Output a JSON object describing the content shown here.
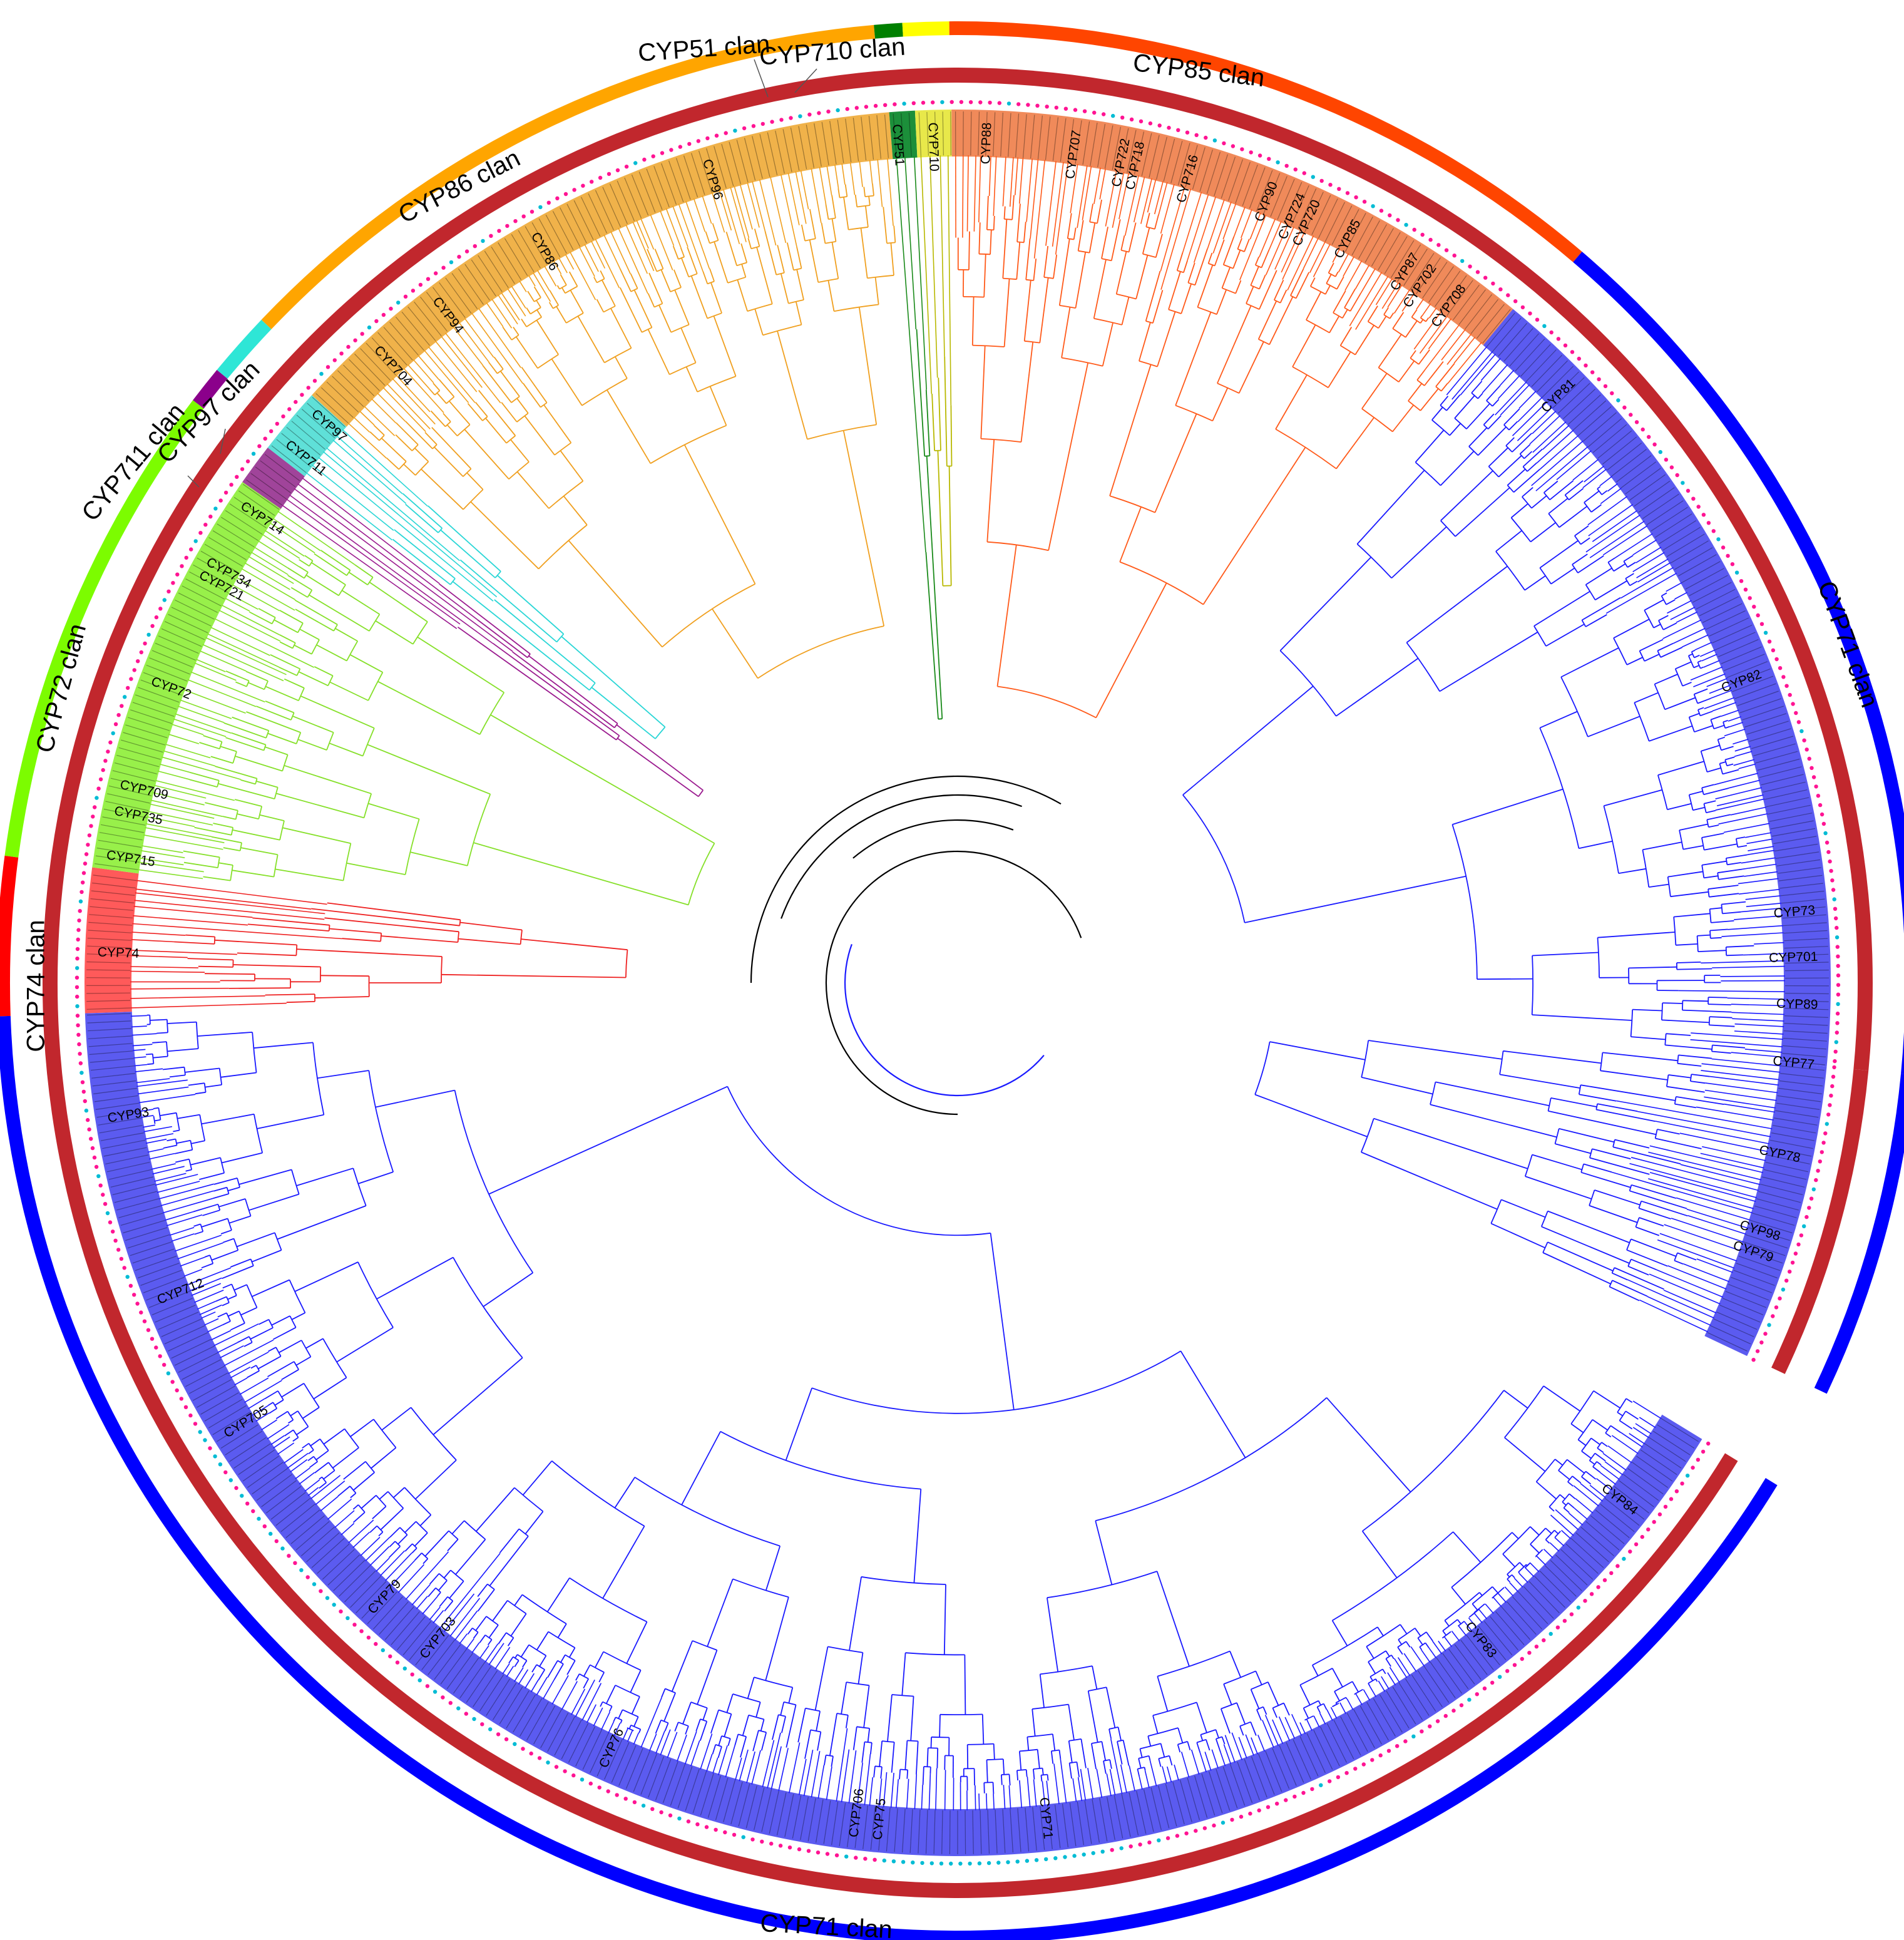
{
  "colors": {
    "CYP71": "#0000ff",
    "CYP74": "#ff0000",
    "CYP72": "#7cfc00",
    "CYP711": "#8b008b",
    "CYP97": "#2ee6d6",
    "CYP86": "#ffa500",
    "CYP51": "#008000",
    "CYP710": "#ffff00",
    "CYP85": "#ff4500",
    "family_ring": "#c1272d",
    "dot_pink": "#ff1493",
    "dot_cyan": "#00bcd4",
    "tree_root": "#000000"
  },
  "clans": [
    {
      "name": "CYP71 clan",
      "key": "CYP71"
    },
    {
      "name": "CYP74 clan",
      "key": "CYP74"
    },
    {
      "name": "CYP72 clan",
      "key": "CYP72"
    },
    {
      "name": "CYP711 clan",
      "key": "CYP711"
    },
    {
      "name": "CYP97 clan",
      "key": "CYP97"
    },
    {
      "name": "CYP86 clan",
      "key": "CYP86"
    },
    {
      "name": "CYP51 clan",
      "key": "CYP51"
    },
    {
      "name": "CYP710 clan",
      "key": "CYP710"
    },
    {
      "name": "CYP85 clan",
      "key": "CYP85"
    },
    {
      "name": "CYP71 clan",
      "key": "CYP71"
    }
  ],
  "families": [
    "CYP74",
    "CYP715",
    "CYP735",
    "CYP709",
    "CYP72",
    "CYP721",
    "CYP734",
    "CYP714",
    "CYP711",
    "CYP97",
    "CYP704",
    "CYP94",
    "CYP86",
    "CYP96",
    "CYP51",
    "CYP710",
    "CYP88",
    "CYP707",
    "CYP722",
    "CYP718",
    "CYP716",
    "CYP90",
    "CYP724",
    "CYP720",
    "CYP85",
    "CYP87",
    "CYP702",
    "CYP708",
    "CYP81",
    "CYP82",
    "CYP73",
    "CYP701",
    "CYP89",
    "CYP77",
    "CYP78",
    "CYP98",
    "CYP79",
    "CYP84",
    "CYP83",
    "CYP71",
    "CYP75",
    "CYP706",
    "CYP76",
    "CYP703",
    "CYP79",
    "CYP705",
    "CYP712",
    "CYP93"
  ]
}
